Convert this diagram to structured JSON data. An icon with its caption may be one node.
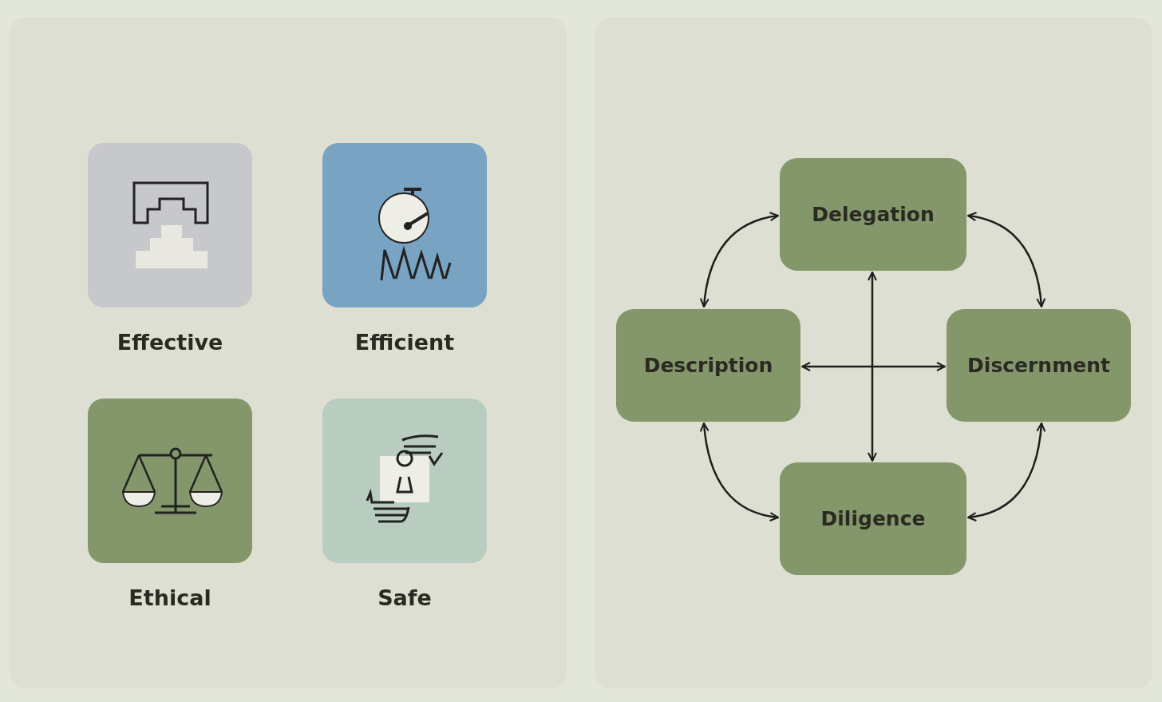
{
  "diagram": {
    "nodes": [
      {
        "text": [
          "Effective"
        ]
      },
      {
        "text": [
          "Efficient"
        ]
      },
      {
        "text": [
          "Ethical"
        ]
      },
      {
        "text": [
          "Safe"
        ]
      },
      {
        "text": [
          "Delegation"
        ]
      },
      {
        "text": [
          "Description"
        ]
      },
      {
        "text": [
          "Discernment"
        ]
      },
      {
        "text": [
          "Diligence"
        ]
      }
    ],
    "edges": [
      {
        "from": 4,
        "to": 5,
        "arrow": "both"
      },
      {
        "from": 4,
        "to": 6,
        "arrow": "both"
      },
      {
        "from": 4,
        "to": 7,
        "arrow": "both"
      },
      {
        "from": 5,
        "to": 6,
        "arrow": "both"
      },
      {
        "from": 5,
        "to": 7,
        "arrow": "both"
      },
      {
        "from": 6,
        "to": 7,
        "arrow": "both"
      }
    ]
  }
}
